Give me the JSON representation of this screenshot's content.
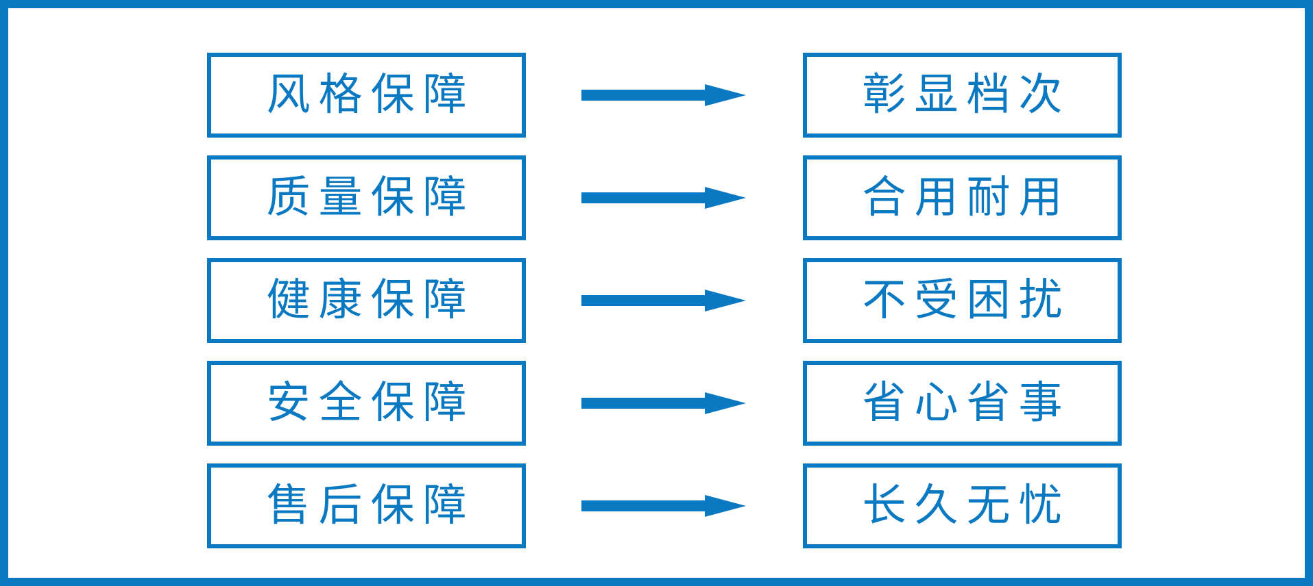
{
  "colors": {
    "accent": "#0a79c2",
    "background": "#ffffff"
  },
  "rows": [
    {
      "left": "风格保障",
      "right": "彰显档次"
    },
    {
      "left": "质量保障",
      "right": "合用耐用"
    },
    {
      "left": "健康保障",
      "right": "不受困扰"
    },
    {
      "left": "安全保障",
      "right": "省心省事"
    },
    {
      "left": "售后保障",
      "right": "长久无忧"
    }
  ]
}
